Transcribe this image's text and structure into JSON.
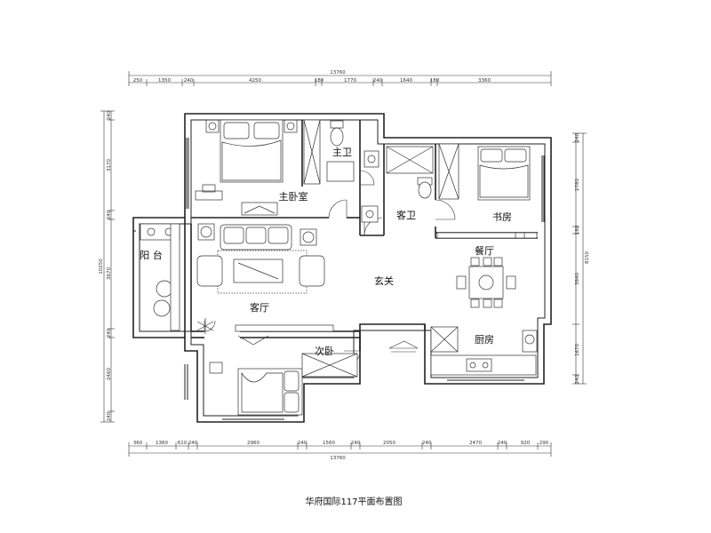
{
  "drawing_title": "华府国际117平面布置图",
  "rooms": {
    "master_bedroom": "主卧室",
    "master_bath": "主卫",
    "guest_bath": "客卫",
    "study": "书房",
    "dining": "餐厅",
    "balcony": "阳 台",
    "foyer": "玄关",
    "living": "客厅",
    "kitchen": "厨房",
    "second_bedroom": "次卧"
  },
  "dimensions": {
    "top_total": "13760",
    "top_segments": [
      "250",
      "1350",
      "240",
      "4250",
      "180",
      "1770",
      "240",
      "1640",
      "180",
      "3360"
    ],
    "bottom_total": "13760",
    "bottom_segments": [
      "360",
      "1360",
      "610",
      "240",
      "2960",
      "240",
      "1560",
      "240",
      "2050",
      "240",
      "2470",
      "240",
      "920",
      "290"
    ],
    "left_total": "10250",
    "left_segments": [
      "240",
      "3170",
      "240",
      "3670",
      "240",
      "2460",
      "240"
    ],
    "right_total": "8150",
    "right_segments": [
      "240",
      "2780",
      "180",
      "3840",
      "1670",
      "240"
    ]
  }
}
